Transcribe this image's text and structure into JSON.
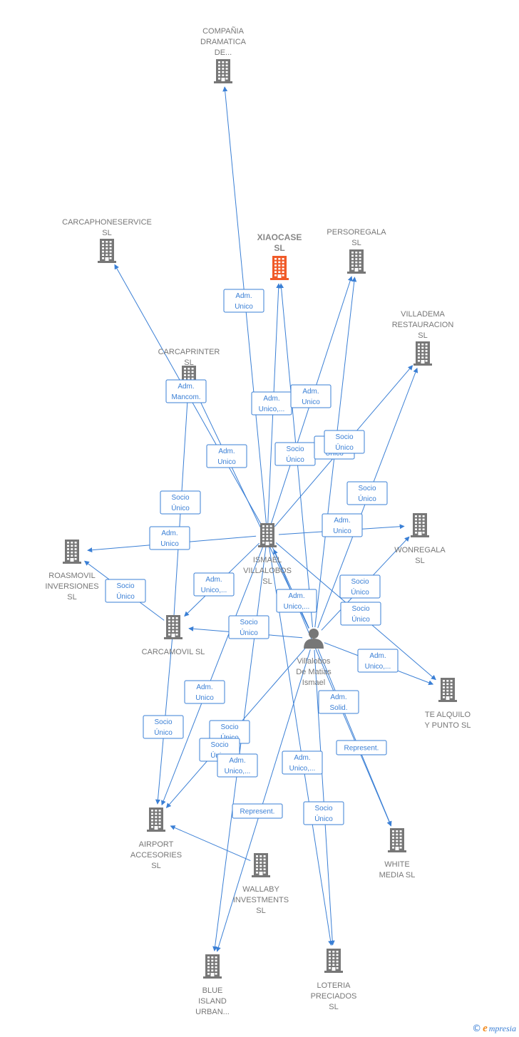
{
  "colors": {
    "accent": "#3a7fd5",
    "focus": "#f05a28",
    "company": "#777777"
  },
  "nodes": [
    {
      "id": "compania",
      "lines": [
        "COMPAÑIA",
        "DRAMATICA",
        "DE..."
      ],
      "icon": "building-icon"
    },
    {
      "id": "carcaphoneservice",
      "lines": [
        "CARCAPHONESERVICE",
        "SL"
      ],
      "icon": "building-icon"
    },
    {
      "id": "xiaocase",
      "lines": [
        "XIAOCASE",
        "SL"
      ],
      "icon": "building-icon",
      "focus": true
    },
    {
      "id": "persoregala",
      "lines": [
        "PERSOREGALA",
        "SL"
      ],
      "icon": "building-icon"
    },
    {
      "id": "villadema",
      "lines": [
        "VILLADEMA",
        "RESTAURACION",
        "SL"
      ],
      "icon": "building-icon"
    },
    {
      "id": "carcaprinter",
      "lines": [
        "CARCAPRINTER",
        "SL"
      ],
      "icon": "building-icon"
    },
    {
      "id": "wonregala",
      "lines": [
        "WONREGALA",
        "SL"
      ],
      "icon": "building-icon"
    },
    {
      "id": "roasmovil",
      "lines": [
        "ROASMOVIL",
        "INVERSIONES",
        "SL"
      ],
      "icon": "building-icon"
    },
    {
      "id": "ismael",
      "lines": [
        "ISMAEL",
        "VILLALOBOS",
        "SL"
      ],
      "icon": "building-icon"
    },
    {
      "id": "carcamovil",
      "lines": [
        "CARCAMOVIL SL"
      ],
      "icon": "building-icon"
    },
    {
      "id": "person",
      "lines": [
        "Villalobos",
        "De Matias",
        "Ismael"
      ],
      "icon": "person-icon"
    },
    {
      "id": "tealquilo",
      "lines": [
        "TE ALQUILO",
        "Y PUNTO  SL"
      ],
      "icon": "building-icon"
    },
    {
      "id": "airport",
      "lines": [
        "AIRPORT",
        "ACCESORIES",
        "SL"
      ],
      "icon": "building-icon"
    },
    {
      "id": "white",
      "lines": [
        "WHITE",
        "MEDIA  SL"
      ],
      "icon": "building-icon"
    },
    {
      "id": "wallaby",
      "lines": [
        "WALLABY",
        "INVESTMENTS",
        "SL"
      ],
      "icon": "building-icon"
    },
    {
      "id": "blueisland",
      "lines": [
        "BLUE",
        "ISLAND",
        "URBAN..."
      ],
      "icon": "building-icon"
    },
    {
      "id": "loteria",
      "lines": [
        "LOTERIA",
        "PRECIADOS",
        "SL"
      ],
      "icon": "building-icon"
    }
  ],
  "edges": [
    {
      "from": "ismael",
      "to": "compania",
      "label": [
        "Adm.",
        "Unico"
      ]
    },
    {
      "from": "person",
      "to": "xiaocase",
      "label": [
        "Adm.",
        "Unico,..."
      ]
    },
    {
      "from": "ismael",
      "to": "xiaocase",
      "label": [
        "Socio",
        "Único"
      ]
    },
    {
      "from": "person",
      "to": "persoregala",
      "label": [
        "Adm.",
        "Unico"
      ]
    },
    {
      "from": "ismael",
      "to": "persoregala",
      "label": [
        "Socio",
        "Único"
      ]
    },
    {
      "from": "ismael",
      "to": "villadema",
      "label": [
        "Socio",
        "Único"
      ]
    },
    {
      "from": "person",
      "to": "villadema",
      "label": [
        "Socio",
        "Único"
      ]
    },
    {
      "from": "ismael",
      "to": "carcaphoneservice",
      "label": [
        "Adm.",
        "Mancom."
      ]
    },
    {
      "from": "person",
      "to": "carcaprinter",
      "label": [
        "Adm.",
        "Unico"
      ]
    },
    {
      "from": "carcamovil",
      "to": "carcaprinter",
      "label": [
        "Socio",
        "Único"
      ]
    },
    {
      "from": "ismael",
      "to": "roasmovil",
      "label": [
        "Adm.",
        "Unico"
      ]
    },
    {
      "from": "carcamovil",
      "to": "roasmovil",
      "label": [
        "Socio",
        "Único"
      ]
    },
    {
      "from": "ismael",
      "to": "wonregala",
      "label": [
        "Adm.",
        "Unico"
      ]
    },
    {
      "from": "person",
      "to": "wonregala",
      "label": [
        "Socio",
        "Único"
      ]
    },
    {
      "from": "ismael",
      "to": "carcamovil",
      "label": [
        "Adm.",
        "Unico,..."
      ]
    },
    {
      "from": "person",
      "to": "carcamovil",
      "label": [
        "Socio",
        "Único"
      ]
    },
    {
      "from": "person",
      "to": "ismael",
      "label": [
        "Adm.",
        "Unico,..."
      ]
    },
    {
      "from": "ismael",
      "to": "tealquilo",
      "label": [
        "Socio",
        "Único"
      ]
    },
    {
      "from": "person",
      "to": "tealquilo",
      "label": [
        "Adm.",
        "Unico,..."
      ]
    },
    {
      "from": "person",
      "to": "white",
      "label": [
        "Adm.",
        "Solid."
      ]
    },
    {
      "from": "ismael",
      "to": "white",
      "label": [
        "Represent."
      ]
    },
    {
      "from": "carcamovil",
      "to": "airport",
      "label": [
        "Socio",
        "Único"
      ]
    },
    {
      "from": "wallaby",
      "to": "airport",
      "label": [
        "Adm.",
        "Unico"
      ]
    },
    {
      "from": "person",
      "to": "airport",
      "label": [
        "Socio",
        "Único"
      ]
    },
    {
      "from": "ismael",
      "to": "airport",
      "label": [
        "Socio",
        "Único"
      ]
    },
    {
      "from": "ismael",
      "to": "blueisland",
      "label": [
        "Adm.",
        "Unico,..."
      ]
    },
    {
      "from": "person",
      "to": "blueisland",
      "label": [
        "Represent."
      ]
    },
    {
      "from": "ismael",
      "to": "loteria",
      "label": [
        "Adm.",
        "Unico,..."
      ]
    },
    {
      "from": "person",
      "to": "loteria",
      "label": [
        "Socio",
        "Único"
      ]
    }
  ],
  "footer": {
    "copyright": "©",
    "brand_initial": "e",
    "brand_rest": "mpresia"
  }
}
